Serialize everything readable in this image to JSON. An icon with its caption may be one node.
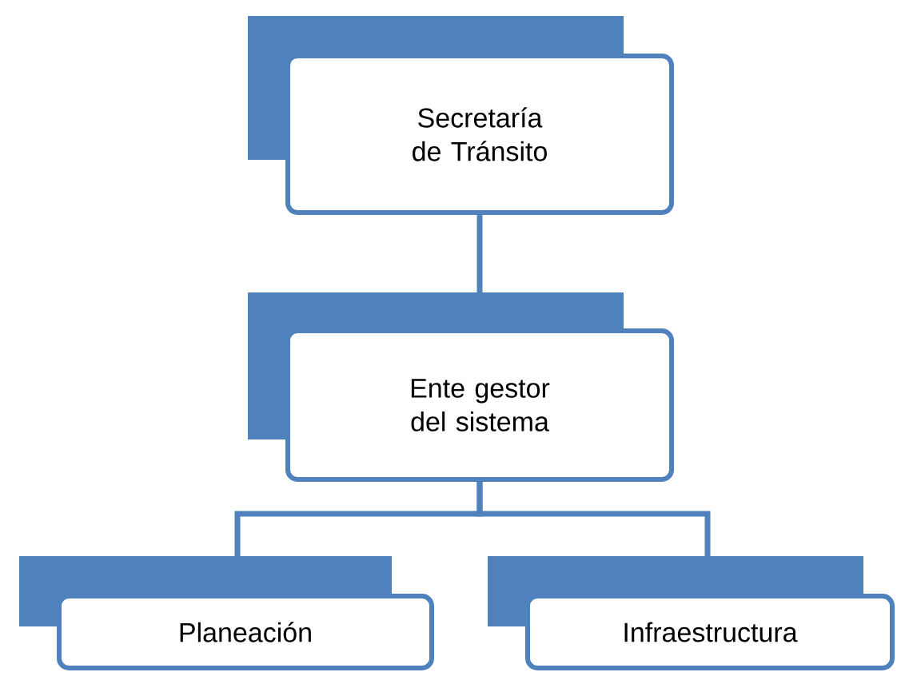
{
  "diagram": {
    "nodes": [
      {
        "text": [
          "Secretaría de Tránsito"
        ]
      },
      {
        "text": [
          "Ente gestor del sistema"
        ]
      },
      {
        "text": [
          "Planeación"
        ]
      },
      {
        "text": [
          "Infraestructura"
        ]
      }
    ],
    "edges": [
      {
        "from": 0,
        "to": 1,
        "arrow": "none"
      },
      {
        "from": 1,
        "to": 2,
        "arrow": "none"
      },
      {
        "from": 1,
        "to": 3,
        "arrow": "none"
      }
    ]
  }
}
